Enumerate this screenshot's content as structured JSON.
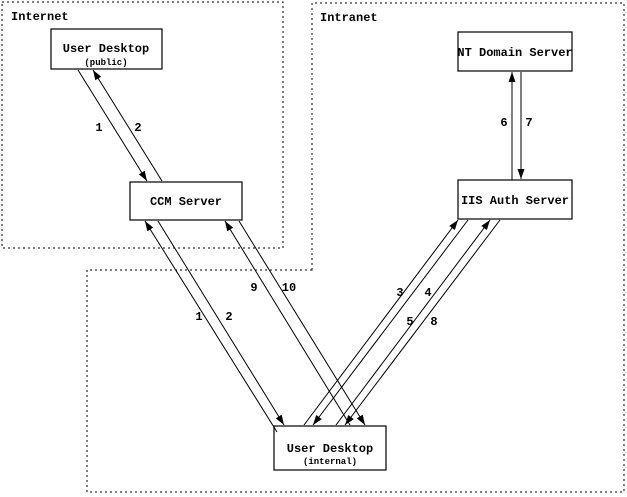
{
  "diagram": {
    "zones": {
      "internet": {
        "label": "Internet"
      },
      "intranet": {
        "label": "Intranet"
      }
    },
    "nodes": {
      "user_desktop_public": {
        "title": "User Desktop",
        "subtitle": "(public)"
      },
      "ccm_server": {
        "title": "CCM Server"
      },
      "nt_domain_server": {
        "title": "NT Domain Server"
      },
      "iis_auth_server": {
        "title": "IIS Auth Server"
      },
      "user_desktop_internal": {
        "title": "User Desktop",
        "subtitle": "(internal)"
      }
    },
    "edges": [
      {
        "label": "1",
        "from": "user_desktop_public",
        "to": "ccm_server"
      },
      {
        "label": "2",
        "from": "ccm_server",
        "to": "user_desktop_public"
      },
      {
        "label": "1",
        "from": "user_desktop_internal",
        "to": "ccm_server"
      },
      {
        "label": "2",
        "from": "ccm_server",
        "to": "user_desktop_internal"
      },
      {
        "label": "3",
        "from": "user_desktop_internal",
        "to": "iis_auth_server"
      },
      {
        "label": "4",
        "from": "iis_auth_server",
        "to": "user_desktop_internal"
      },
      {
        "label": "5",
        "from": "user_desktop_internal",
        "to": "iis_auth_server"
      },
      {
        "label": "6",
        "from": "iis_auth_server",
        "to": "nt_domain_server"
      },
      {
        "label": "7",
        "from": "nt_domain_server",
        "to": "iis_auth_server"
      },
      {
        "label": "8",
        "from": "iis_auth_server",
        "to": "user_desktop_internal"
      },
      {
        "label": "9",
        "from": "user_desktop_internal",
        "to": "ccm_server"
      },
      {
        "label": "10",
        "from": "ccm_server",
        "to": "user_desktop_internal"
      }
    ],
    "colors": {
      "line": "#000000",
      "background": "#ffffff"
    }
  }
}
